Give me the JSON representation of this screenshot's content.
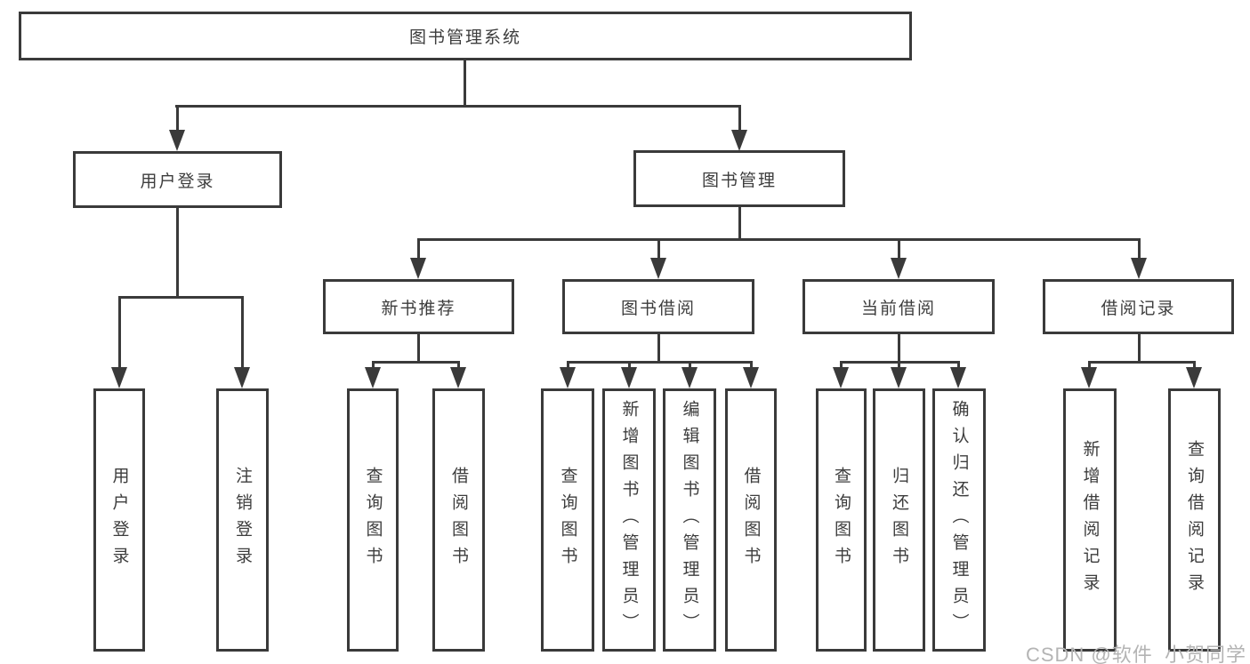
{
  "diagram": {
    "root": {
      "label": "图书管理系统"
    },
    "branches": [
      {
        "label": "用户登录",
        "children": [
          {
            "label": "用户登录"
          },
          {
            "label": "注销登录"
          }
        ]
      },
      {
        "label": "图书管理",
        "groups": [
          {
            "label": "新书推荐",
            "children": [
              {
                "label": "查询图书"
              },
              {
                "label": "借阅图书"
              }
            ]
          },
          {
            "label": "图书借阅",
            "children": [
              {
                "label": "查询图书"
              },
              {
                "label": "新增图书（管理员）"
              },
              {
                "label": "编辑图书（管理员）"
              },
              {
                "label": "借阅图书"
              }
            ]
          },
          {
            "label": "当前借阅",
            "children": [
              {
                "label": "查询图书"
              },
              {
                "label": "归还图书"
              },
              {
                "label": "确认归还（管理员）"
              }
            ]
          },
          {
            "label": "借阅记录",
            "children": [
              {
                "label": "新增借阅记录"
              },
              {
                "label": "查询借阅记录"
              }
            ]
          }
        ]
      }
    ]
  },
  "watermark": {
    "text": "CSDN @软件_小贺同学"
  },
  "colors": {
    "line": "#3a3a3a",
    "text": "#3d3d3d",
    "canvas-bg": "#ffffff",
    "watermark": "#b4b4b4"
  }
}
